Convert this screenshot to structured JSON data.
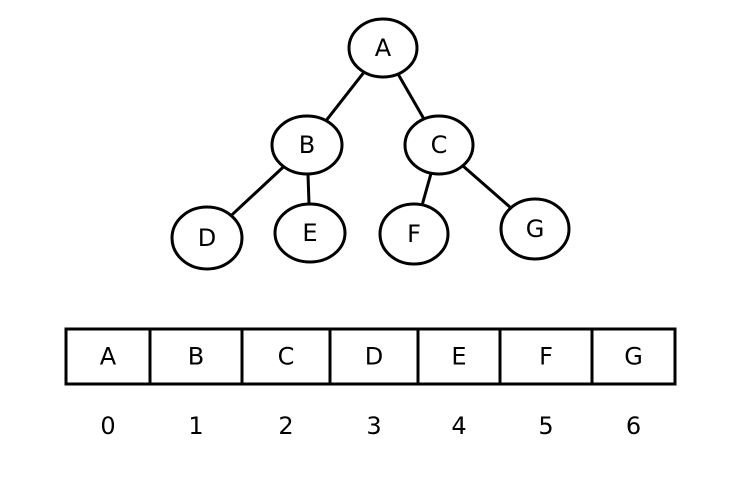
{
  "tree": {
    "nodes": [
      {
        "id": "A",
        "label": "A"
      },
      {
        "id": "B",
        "label": "B"
      },
      {
        "id": "C",
        "label": "C"
      },
      {
        "id": "D",
        "label": "D"
      },
      {
        "id": "E",
        "label": "E"
      },
      {
        "id": "F",
        "label": "F"
      },
      {
        "id": "G",
        "label": "G"
      }
    ],
    "edges": [
      {
        "from": "A",
        "to": "B"
      },
      {
        "from": "A",
        "to": "C"
      },
      {
        "from": "B",
        "to": "D"
      },
      {
        "from": "B",
        "to": "E"
      },
      {
        "from": "C",
        "to": "F"
      },
      {
        "from": "C",
        "to": "G"
      }
    ]
  },
  "array": {
    "cells": [
      "A",
      "B",
      "C",
      "D",
      "E",
      "F",
      "G"
    ],
    "indices": [
      "0",
      "1",
      "2",
      "3",
      "4",
      "5",
      "6"
    ]
  },
  "colors": {
    "stroke": "#000000",
    "fill": "#ffffff",
    "text": "#000000"
  }
}
